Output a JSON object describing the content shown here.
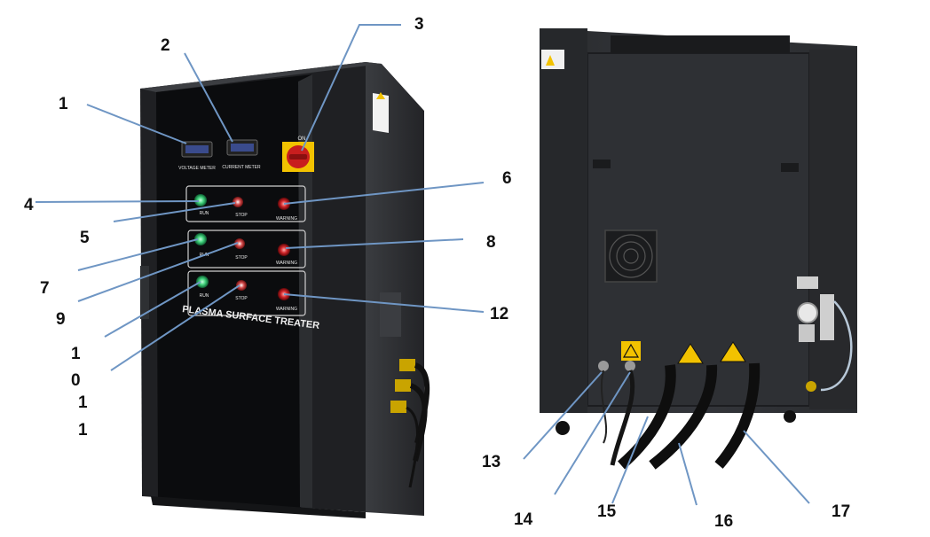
{
  "front_panel": {
    "voltage_meter_label": "VOLTAGE METER",
    "current_meter_label": "CURRENT METER",
    "switch_on_label": "ON",
    "rows": [
      {
        "run": "RUN",
        "stop": "STOP",
        "warning": "WARNING"
      },
      {
        "run": "RUN",
        "stop": "STOP",
        "warning": "WARNING"
      },
      {
        "run": "RUN",
        "stop": "STOP",
        "warning": "WARNING"
      }
    ],
    "brand_text": "PLASMA SURFACE TREATER"
  },
  "callouts": [
    "1",
    "2",
    "3",
    "4",
    "5",
    "6",
    "7",
    "8",
    "9",
    "1",
    "0",
    "1",
    "1",
    "12",
    "13",
    "14",
    "15",
    "16",
    "17"
  ],
  "colors": {
    "cabinet": "#2b2d30",
    "panel": "#0d0e10",
    "leader_line": "#6f96c4",
    "run_lamp": "#3fd07a",
    "warning_lamp": "#d2262a",
    "warning_triangle": "#f2c200"
  }
}
